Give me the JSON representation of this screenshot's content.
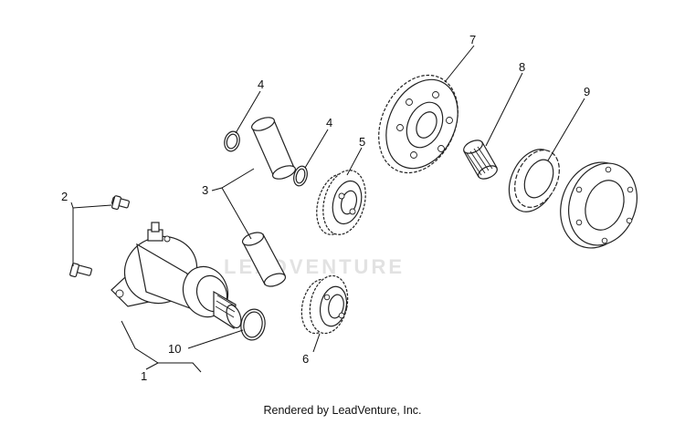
{
  "diagram": {
    "callouts": {
      "c1": "1",
      "c2": "2",
      "c3": "3",
      "c4a": "4",
      "c4b": "4",
      "c5": "5",
      "c6": "6",
      "c7": "7",
      "c8": "8",
      "c9": "9",
      "c10": "10"
    },
    "watermark": "LEADVENTURE",
    "footer": "Rendered by LeadVenture, Inc."
  }
}
